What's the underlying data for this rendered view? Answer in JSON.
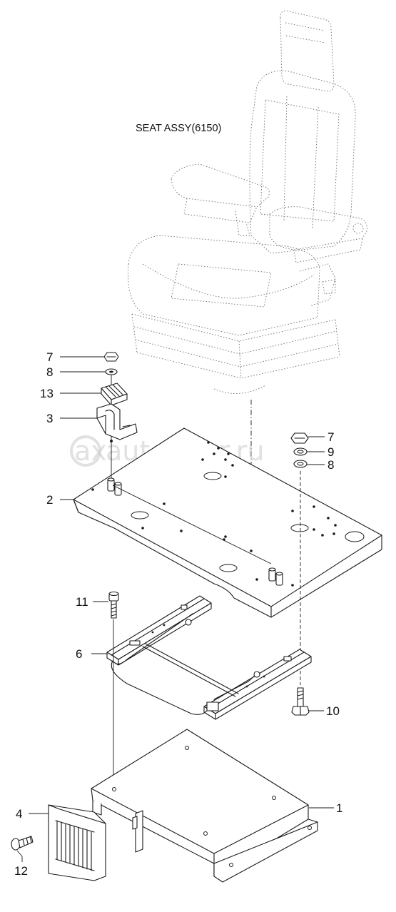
{
  "title": "SEAT ASSY(6150)",
  "watermark": "autopiter.ru",
  "watermark_logo": "ax",
  "callouts": [
    {
      "id": "c7a",
      "label": "7",
      "part": "nut"
    },
    {
      "id": "c8a",
      "label": "8",
      "part": "washer"
    },
    {
      "id": "c13",
      "label": "13",
      "part": "clamp"
    },
    {
      "id": "c3",
      "label": "3",
      "part": "bracket"
    },
    {
      "id": "c7b",
      "label": "7",
      "part": "nut"
    },
    {
      "id": "c9",
      "label": "9",
      "part": "lock-washer"
    },
    {
      "id": "c8b",
      "label": "8",
      "part": "washer"
    },
    {
      "id": "c2",
      "label": "2",
      "part": "plate"
    },
    {
      "id": "c11",
      "label": "11",
      "part": "bolt"
    },
    {
      "id": "c6",
      "label": "6",
      "part": "rail-assembly"
    },
    {
      "id": "c10",
      "label": "10",
      "part": "bolt"
    },
    {
      "id": "c1",
      "label": "1",
      "part": "base"
    },
    {
      "id": "c4",
      "label": "4",
      "part": "cover"
    },
    {
      "id": "c12",
      "label": "12",
      "part": "screw"
    }
  ]
}
